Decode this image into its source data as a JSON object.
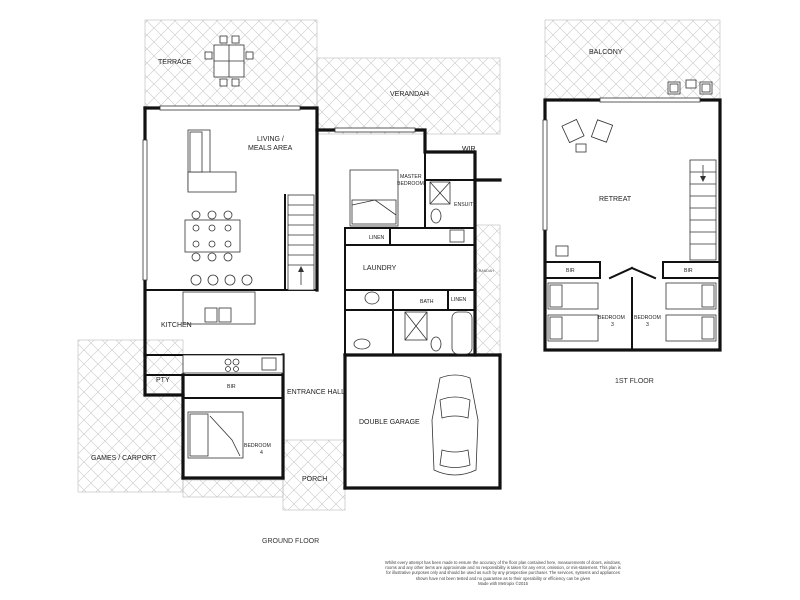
{
  "rooms": {
    "terrace": "TERRACE",
    "verandah": "VERANDAH",
    "living_line1": "LIVING /",
    "living_line2": "MEALS AREA",
    "master_line1": "MASTER",
    "master_line2": "BEDROOM",
    "wir": "WIR",
    "ensuite": "ENSUITE",
    "linen1": "LINEN",
    "laundry": "LAUNDRY",
    "bath": "BATH",
    "linen2": "LINEN",
    "verandah_small": "VERANDAH",
    "kitchen": "KITCHEN",
    "pty": "PTY",
    "bir_ground": "BIR",
    "entrance_hall": "ENTRANCE HALL",
    "double_garage": "DOUBLE GARAGE",
    "bedroom4_line1": "BEDROOM",
    "bedroom4_line2": "4",
    "porch": "PORCH",
    "games_carport": "GAMES / CARPORT",
    "balcony": "BALCONY",
    "retreat": "RETREAT",
    "bir_left": "BIR",
    "bir_right": "BIR",
    "bedroom3a_line1": "BEDROOM",
    "bedroom3a_line2": "3",
    "bedroom3b_line1": "BEDROOM",
    "bedroom3b_line2": "3"
  },
  "floors": {
    "ground": "GROUND FLOOR",
    "first": "1ST FLOOR"
  },
  "disclaimer": "Whilst every attempt has been made to ensure the accuracy of the floor plan contained here, measurements of doors, windows, rooms and any other items are approximate and no responsibility is taken for any error, omission, or mis-statement. This plan is for illustrative purposes only and should be used as such by any prospective purchaser. The services, systems and appliances shown have not been tested and no guarantee as to their operability or efficiency can be given",
  "credit": "Made with Metropix ©2015"
}
